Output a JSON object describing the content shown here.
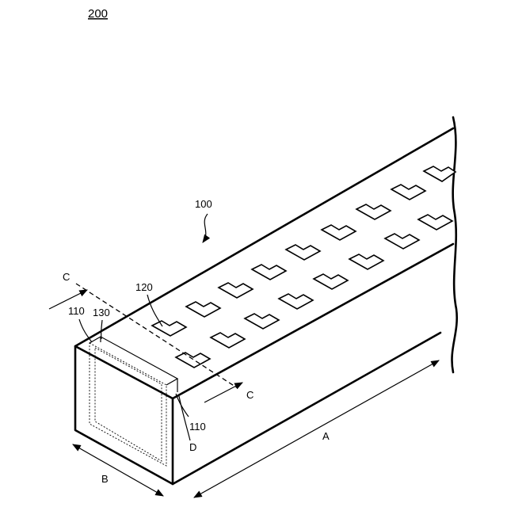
{
  "figure": {
    "number": "200",
    "labels": {
      "assembly": "100",
      "section_top": "C",
      "section_bottom": "C",
      "pad": "120",
      "wall_left": "110",
      "wall_right": "110",
      "inner": "130",
      "detail": "D",
      "length": "A",
      "width": "B"
    }
  }
}
